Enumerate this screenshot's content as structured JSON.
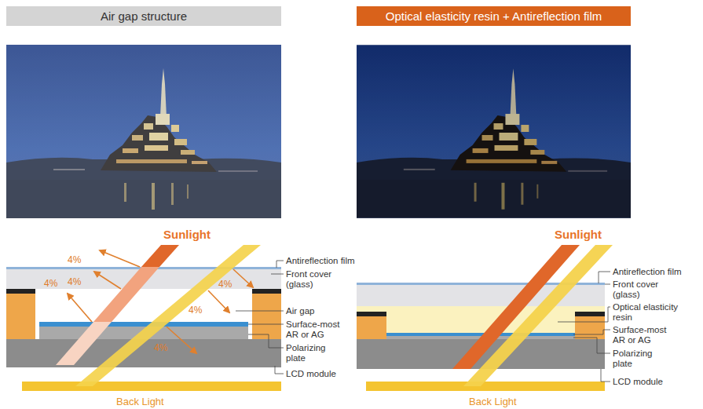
{
  "diagram": {
    "nodes": [
      {
        "text": [
          "Air gap structure"
        ]
      },
      {
        "text": [
          "Optical elasticity resin + Antireflection film"
        ]
      }
    ],
    "labels": [
      "4%",
      "4%",
      "4%",
      "Sunlight",
      "4%",
      "4%",
      "4%",
      "Antireflection film",
      "Front cover (glass)",
      "Air gap",
      "Surface-most AR or AG",
      "Polarizing plate",
      "LCD module",
      "Back Light",
      "Sunlight",
      "Antireflection film",
      "Front cover (glass)",
      "Optical elasticity resin",
      "Surface-most AR or AG",
      "Polarizing plate",
      "Back Light",
      "LCD module"
    ]
  }
}
